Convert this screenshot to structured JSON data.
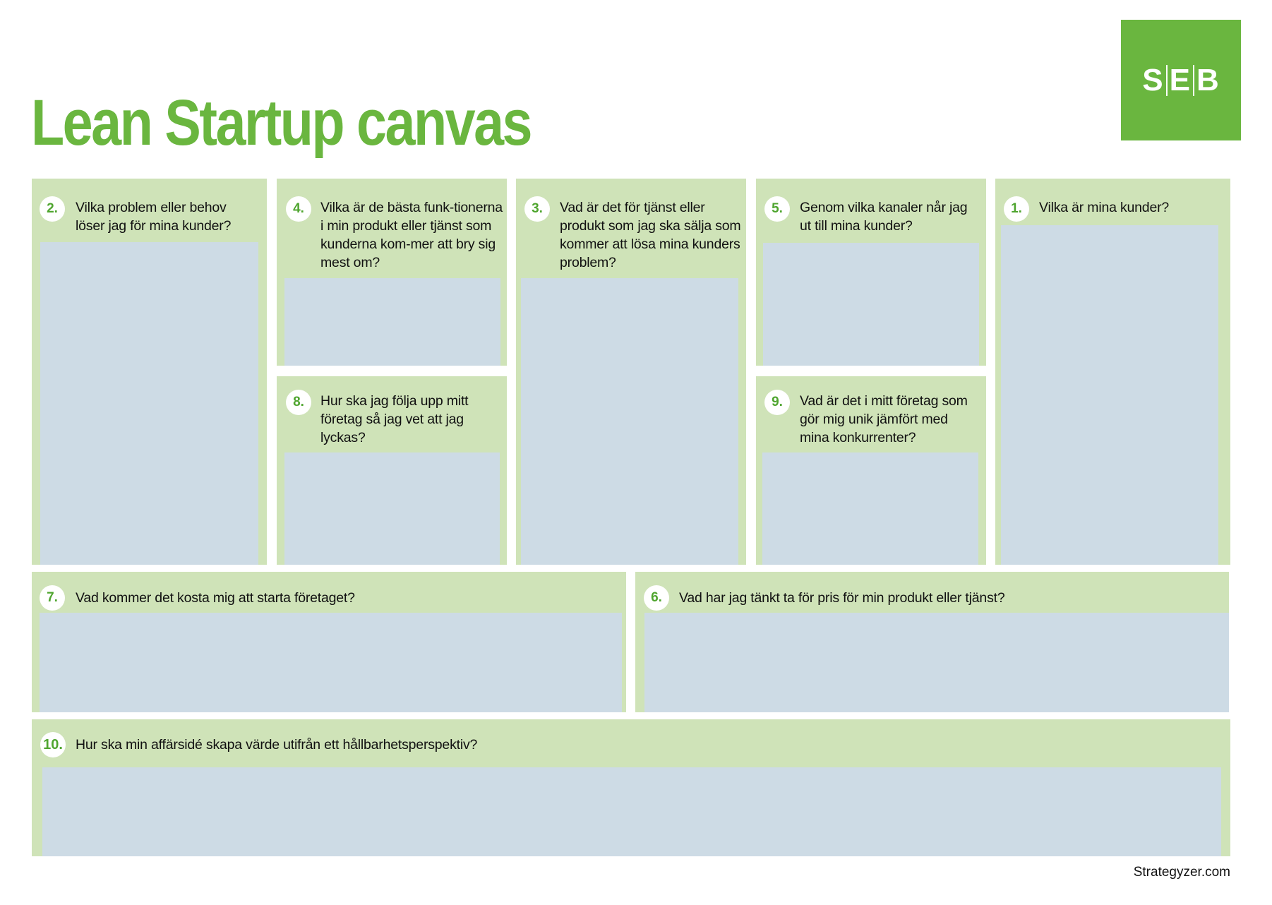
{
  "header": {
    "title": "Lean Startup canvas",
    "logo": {
      "letters": [
        "S",
        "E",
        "B"
      ],
      "brand_color": "#6ab63f"
    }
  },
  "colors": {
    "accent": "#6ab63f",
    "number": "#4fa52f",
    "panel": "#cfe3b8",
    "field": "#cddbe5"
  },
  "panels": {
    "p1": {
      "number": "1.",
      "question": "Vilka är mina kunder?"
    },
    "p2": {
      "number": "2.",
      "question": "Vilka problem eller behov löser jag för mina kunder?"
    },
    "p3": {
      "number": "3.",
      "question": "Vad är det för tjänst eller produkt som jag ska sälja som kommer att lösa mina kunders problem?"
    },
    "p4": {
      "number": "4.",
      "question": "Vilka är de bästa funk-tionerna i min produkt eller tjänst som kunderna kom-mer att bry sig mest om?"
    },
    "p5": {
      "number": "5.",
      "question": "Genom vilka kanaler når jag ut till mina kunder?"
    },
    "p6": {
      "number": "6.",
      "question": "Vad har jag tänkt ta för pris för min produkt eller tjänst?"
    },
    "p7": {
      "number": "7.",
      "question": "Vad kommer det kosta mig att starta företaget?"
    },
    "p8": {
      "number": "8.",
      "question": "Hur ska jag följa upp mitt företag så jag vet att jag lyckas?"
    },
    "p9": {
      "number": "9.",
      "question": "Vad är det i mitt företag som gör mig unik jämfört med mina konkurrenter?"
    },
    "p10": {
      "number": "10.",
      "question": "Hur ska min affärsidé skapa värde utifrån ett hållbarhetsperspektiv?"
    }
  },
  "footer": {
    "credit": "Strategyzer.com"
  }
}
